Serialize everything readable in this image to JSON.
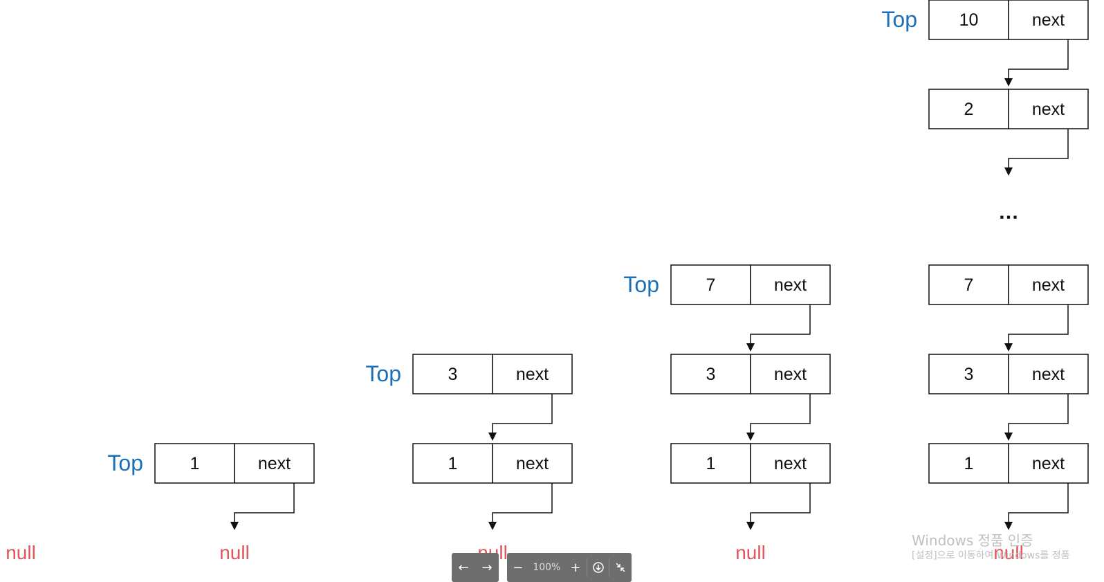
{
  "labels": {
    "top": "Top",
    "next": "next",
    "null": "null",
    "ellipsis": "…"
  },
  "stacks": [
    {
      "nodes": [
        "1"
      ]
    },
    {
      "nodes": [
        "3",
        "1"
      ]
    },
    {
      "nodes": [
        "7",
        "3",
        "1"
      ]
    },
    {
      "nodes": [
        "10",
        "2"
      ],
      "continued": [
        "7",
        "3",
        "1"
      ]
    }
  ],
  "extra_null_labels": 1,
  "watermark": {
    "title": "Windows 정품 인증",
    "subtitle": "[설정]으로 이동하여 Windows를 정품"
  },
  "viewer_toolbar": {
    "prev_icon": "arrow-left-icon",
    "next_icon": "arrow-right-icon",
    "zoom_out_icon": "minus-icon",
    "zoom_level": "100%",
    "zoom_in_icon": "plus-icon",
    "download_icon": "download-icon",
    "exit_fullscreen_icon": "collapse-icon"
  },
  "colors": {
    "top_label": "#1a6fb8",
    "null_label": "#e0565b",
    "stroke": "#111111"
  }
}
